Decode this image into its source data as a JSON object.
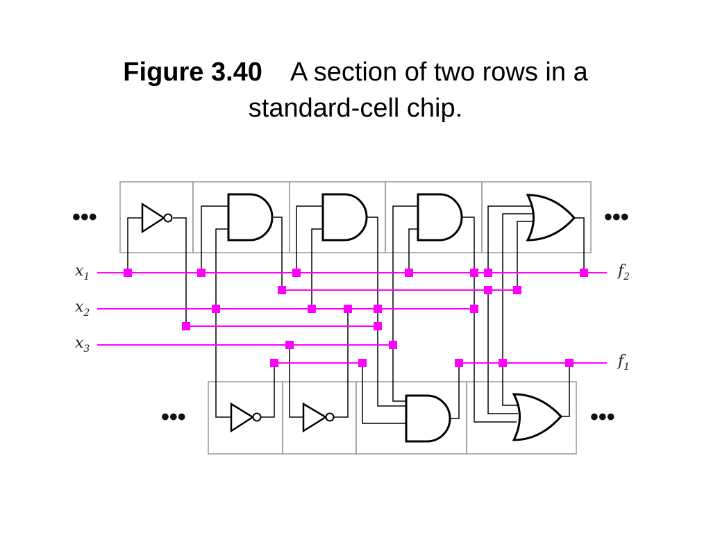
{
  "title": {
    "figure_label": "Figure 3.40",
    "caption_line1": "A section of two rows in a",
    "caption_line2": "standard-cell chip."
  },
  "signals": {
    "x1": {
      "base": "x",
      "sub": "1"
    },
    "x2": {
      "base": "x",
      "sub": "2"
    },
    "x3": {
      "base": "x",
      "sub": "3"
    },
    "f1": {
      "base": "f",
      "sub": "1"
    },
    "f2": {
      "base": "f",
      "sub": "2"
    }
  },
  "ellipsis": "•••",
  "colors": {
    "wire": "#ff00ff",
    "via": "#ff00ff",
    "cell_border": "#999999",
    "gate": "#000000"
  },
  "top_row_cells": [
    "inverter",
    "and-gate",
    "and-gate",
    "and-gate",
    "or-gate"
  ],
  "bottom_row_cells": [
    "inverter",
    "inverter",
    "and-gate",
    "or-gate"
  ]
}
